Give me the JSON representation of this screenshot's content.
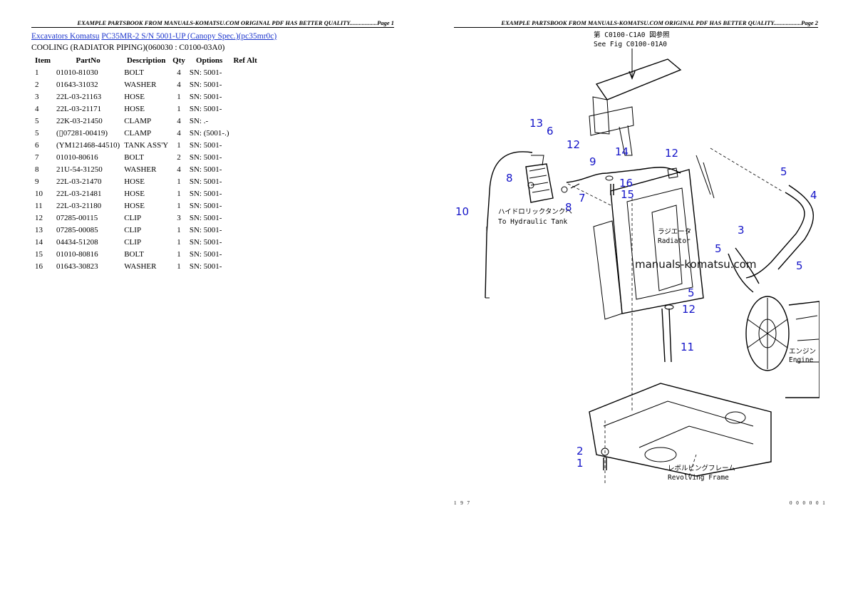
{
  "header": {
    "page1": "EXAMPLE PARTSBOOK FROM MANUALS-KOMATSU.COM ORIGINAL PDF HAS BETTER QUALITY..................Page 1",
    "page2": "EXAMPLE PARTSBOOK FROM MANUALS-KOMATSU.COM ORIGINAL PDF HAS BETTER QUALITY..................Page 2"
  },
  "breadcrumb": {
    "link1": "Excavators Komatsu",
    "link2": "PC35MR-2 S/N 5001-UP (Canopy Spec.)(pc35mr0c)"
  },
  "subtitle": "COOLING (RADIATOR PIPING)(060030 : C0100-03A0)",
  "table": {
    "headers": [
      "Item",
      "PartNo",
      "Description",
      "Qty",
      "Options",
      "Ref Alt"
    ],
    "rows": [
      [
        "1",
        "01010-81030",
        "BOLT",
        "4",
        "SN: 5001-"
      ],
      [
        "2",
        "01643-31032",
        "WASHER",
        "4",
        "SN: 5001-"
      ],
      [
        "3",
        "22L-03-21163",
        "HOSE",
        "1",
        "SN: 5001-"
      ],
      [
        "4",
        "22L-03-21171",
        "HOSE",
        "1",
        "SN: 5001-"
      ],
      [
        "5",
        "22K-03-21450",
        "CLAMP",
        "4",
        "SN: .-"
      ],
      [
        "5",
        "(▯07281-00419)",
        "CLAMP",
        "4",
        "SN: (5001-.)"
      ],
      [
        "6",
        "(YM121468-44510)",
        "TANK ASS'Y",
        "1",
        "SN: 5001-"
      ],
      [
        "7",
        "01010-80616",
        "BOLT",
        "2",
        "SN: 5001-"
      ],
      [
        "8",
        "21U-54-31250",
        "WASHER",
        "4",
        "SN: 5001-"
      ],
      [
        "9",
        "22L-03-21470",
        "HOSE",
        "1",
        "SN: 5001-"
      ],
      [
        "10",
        "22L-03-21481",
        "HOSE",
        "1",
        "SN: 5001-"
      ],
      [
        "11",
        "22L-03-21180",
        "HOSE",
        "1",
        "SN: 5001-"
      ],
      [
        "12",
        "07285-00115",
        "CLIP",
        "3",
        "SN: 5001-"
      ],
      [
        "13",
        "07285-00085",
        "CLIP",
        "1",
        "SN: 5001-"
      ],
      [
        "14",
        "04434-51208",
        "CLIP",
        "1",
        "SN: 5001-"
      ],
      [
        "15",
        "01010-80816",
        "BOLT",
        "1",
        "SN: 5001-"
      ],
      [
        "16",
        "01643-30823",
        "WASHER",
        "1",
        "SN: 5001-"
      ]
    ]
  },
  "diagram": {
    "ref_jp": "第 C0100-C1A0 図参照",
    "ref_en": "See Fig C0100-01A0",
    "tank_jp": "ハイドロリックタンクへ",
    "tank_en": "To Hydraulic Tank",
    "radiator_jp": "ラジエータ",
    "radiator_en": "Radiator",
    "engine_jp": "エンジン",
    "engine_en": "Engine",
    "frame_jp": "レボルビングフレーム",
    "frame_en": "Revolving Frame",
    "watermark": "manuals-komatsu.com",
    "callouts": [
      "13",
      "6",
      "12",
      "9",
      "14",
      "12",
      "5",
      "4",
      "8",
      "16",
      "15",
      "7",
      "8",
      "10",
      "3",
      "5",
      "5",
      "5",
      "12",
      "11",
      "2",
      "1"
    ]
  },
  "footer": {
    "left": "1 9 7",
    "right": "0 0 0 0 0 1"
  }
}
